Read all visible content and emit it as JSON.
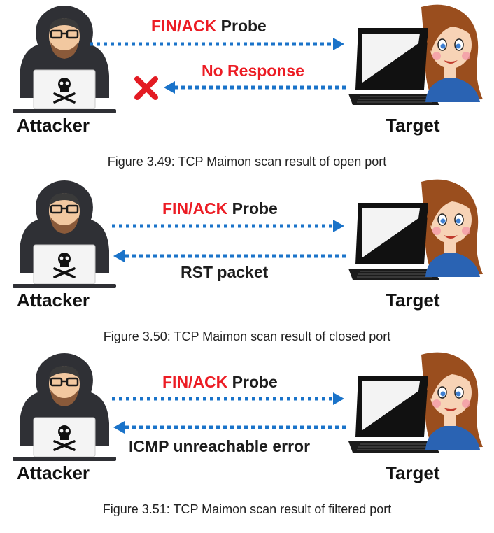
{
  "panels": [
    {
      "probe": {
        "main": "FIN/ACK",
        "rest": " Probe"
      },
      "response": {
        "text": "No Response",
        "style": "red"
      },
      "no_response_marker": true,
      "attacker_label": "Attacker",
      "target_label": "Target",
      "caption": "Figure 3.49: TCP Maimon scan result of open port"
    },
    {
      "probe": {
        "main": "FIN/ACK",
        "rest": " Probe"
      },
      "response": {
        "text": "RST packet",
        "style": "dark"
      },
      "no_response_marker": false,
      "attacker_label": "Attacker",
      "target_label": "Target",
      "caption": "Figure 3.50: TCP Maimon scan result of closed port"
    },
    {
      "probe": {
        "main": "FIN/ACK",
        "rest": " Probe"
      },
      "response": {
        "text": "ICMP unreachable error",
        "style": "dark"
      },
      "no_response_marker": false,
      "attacker_label": "Attacker",
      "target_label": "Target",
      "caption": "Figure 3.51: TCP Maimon scan result of filtered port"
    }
  ],
  "colors": {
    "probe_red": "#ec1c24",
    "arrow_blue": "#1a73c9",
    "text_dark": "#1e1e1e"
  }
}
